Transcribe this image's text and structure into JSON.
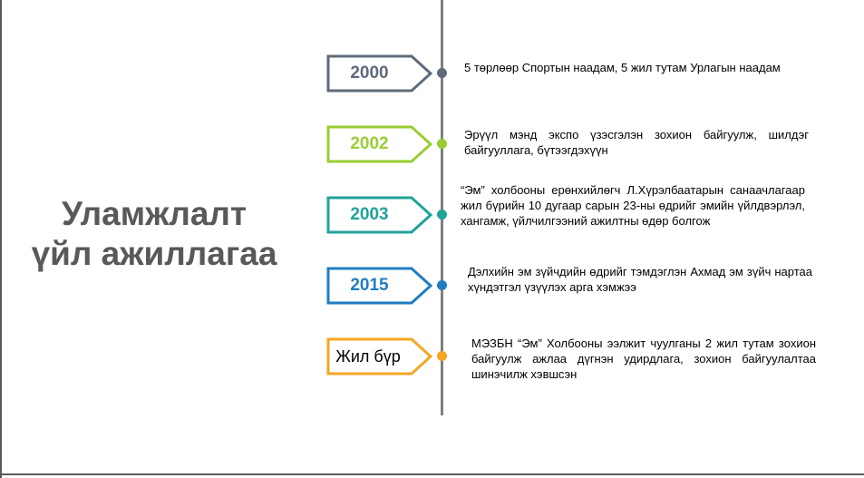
{
  "title": {
    "line1": "Уламжлалт",
    "line2": "үйл ажиллагаа"
  },
  "colors": {
    "grey": "#5f6b7a",
    "green": "#9acd32",
    "teal": "#1fa39a",
    "blue": "#1f7ec1",
    "orange": "#f5a623"
  },
  "events": [
    {
      "label": "2000",
      "text": "5 төрлөөр Спортын наадам, 5 жил тутам Урлагын наадам"
    },
    {
      "label": "2002",
      "text": "Эрүүл мэнд экспо үзэсгэлэн зохион байгуулж, шилдэг байгууллага, бүтээгдэхүүн"
    },
    {
      "label": "2003",
      "text": "“Эм” холбооны ерөнхийлөгч Л.Хүрэлбаатарын санаачлагаар жил бүрийн 10 дугаар сарын 23-ны өдрийг эмийн үйлдвэрлэл, хангамж, үйлчилгээний ажилтны өдөр болгож"
    },
    {
      "label": "2015",
      "text": "Дэлхийн эм зүйчдийн өдрийг тэмдэглэн Ахмад эм зүйч нартаа хүндэтгэл үзүүлэх арга хэмжээ"
    },
    {
      "label": "Жил бүр",
      "text": "МЭЗБН “Эм” Холбооны ээлжит чуулганы 2 жил тутам зохион байгуулж ажлаа дүгнэн удирдлага, зохион байгуулалтаа шинэчилж хэвшсэн"
    }
  ]
}
